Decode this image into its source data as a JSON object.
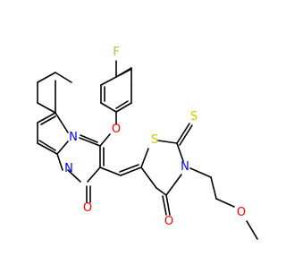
{
  "structure": {
    "atom_labels": {
      "fluorine": "F",
      "ether_oxygen": "O",
      "pyrimidine_n_top": "N",
      "pyrimidine_n_ring": "N",
      "carbonyl_oxygen_left": "O",
      "ring_sulfur": "S",
      "thione_sulfur": "S",
      "thiazolidine_n": "N",
      "carbonyl_oxygen_right": "O",
      "methoxy_oxygen": "O"
    },
    "colors": {
      "fluorine": "#9ACD32",
      "oxygen": "#FF0000",
      "nitrogen": "#0000FF",
      "sulfur": "#CCCC00",
      "bond": "#000000"
    }
  }
}
